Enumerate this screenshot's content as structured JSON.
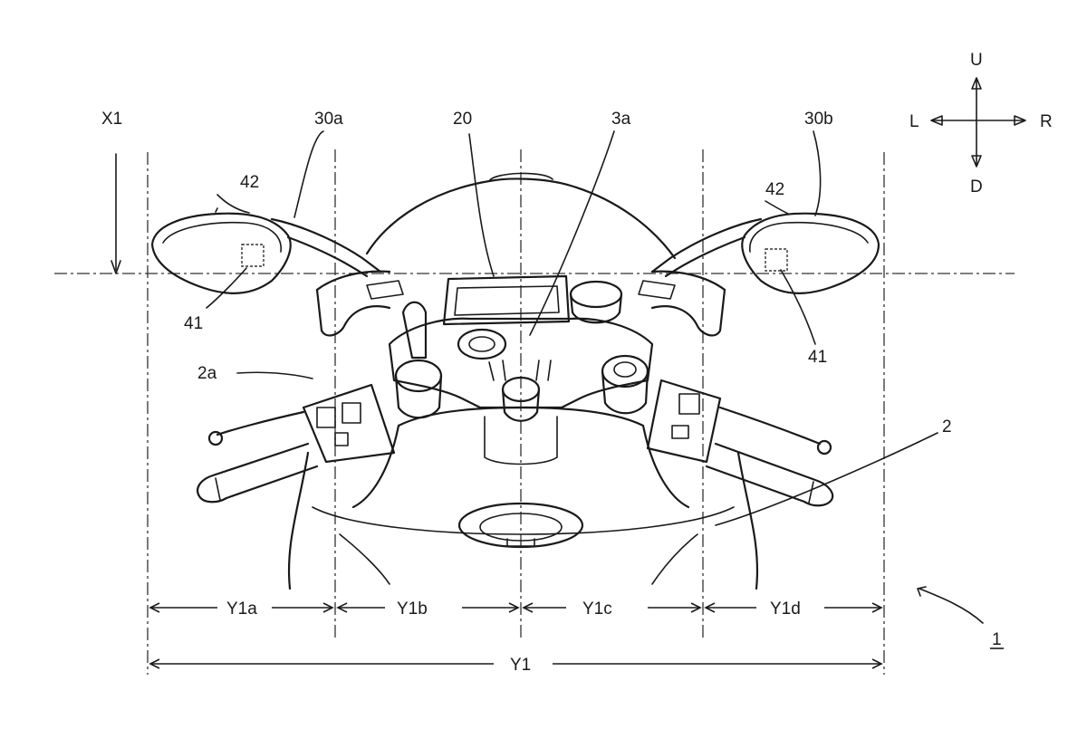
{
  "labels": {
    "x1": "X1",
    "mirror_left": "30a",
    "screen": "20",
    "handle_axis": "3a",
    "mirror_right": "30b",
    "sensor_group_left": "42",
    "sensor_group_right": "42",
    "sensor_left": "41",
    "sensor_right": "41",
    "grip_left": "2a",
    "body": "2",
    "vehicle": "1"
  },
  "direction": {
    "up": "U",
    "down": "D",
    "left": "L",
    "right": "R"
  },
  "dimensions": {
    "y1a": "Y1a",
    "y1b": "Y1b",
    "y1c": "Y1c",
    "y1d": "Y1d",
    "y1": "Y1"
  }
}
